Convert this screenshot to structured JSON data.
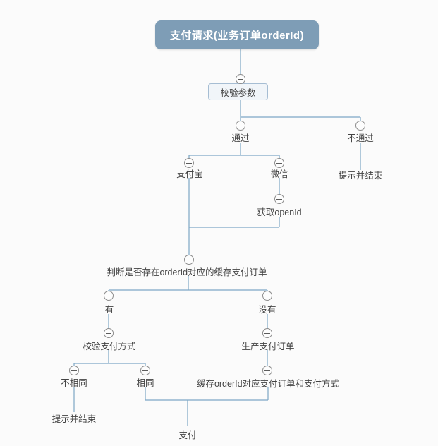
{
  "app": {
    "type": "mindmap-flow-diagram"
  },
  "colors": {
    "background": "#fbfbfb",
    "root_fill": "#7e9db6",
    "root_text": "#ffffff",
    "box_fill": "#f1f5f9",
    "box_border": "#a6bdd3",
    "line": "#7da7c5",
    "collapse_border": "#8c8c8c",
    "label_text": "#434343"
  },
  "icons": {
    "collapse": "minus-circle-icon"
  },
  "nodes": {
    "root": "支付请求(业务订单orderId)",
    "validate_params": "校验参数",
    "pass": "通过",
    "fail": "不通过",
    "fail_end": "提示并结束",
    "alipay": "支付宝",
    "wechat": "微信",
    "get_openid": "获取openId",
    "check_cached": "判断是否存在orderId对应的缓存支付订单",
    "has": "有",
    "has_not": "没有",
    "verify_method": "校验支付方式",
    "create_order": "生产支付订单",
    "not_same": "不相同",
    "same": "相同",
    "cache_order": "缓存orderId对应支付订单和支付方式",
    "notify_end": "提示并结束",
    "pay": "支付"
  }
}
